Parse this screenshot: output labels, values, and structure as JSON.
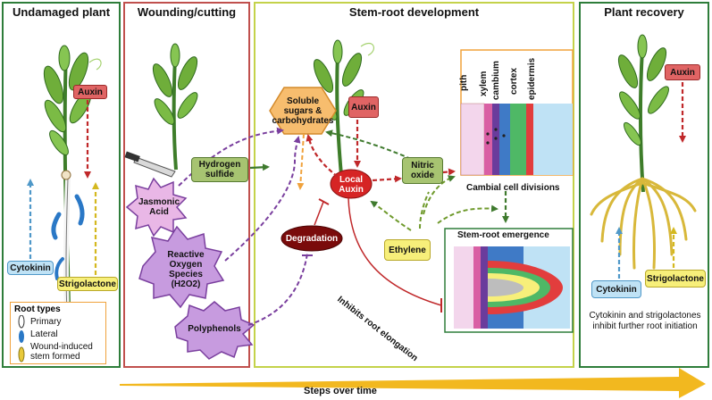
{
  "panels": {
    "undamaged": {
      "title": "Undamaged plant",
      "border": "#2e7d3a"
    },
    "wounding": {
      "title": "Wounding/cutting",
      "border": "#c0504d"
    },
    "development": {
      "title": "Stem-root development",
      "border": "#c4d24a"
    },
    "recovery": {
      "title": "Plant recovery",
      "border": "#2e7d3a"
    }
  },
  "labels": {
    "auxin": "Auxin",
    "cytokinin": "Cytokinin",
    "strigolactone": "Strigolactone",
    "hydrogen_sulfide": "Hydrogen sulfide",
    "jasmonic_acid": "Jasmonic Acid",
    "ros": "Reactive Oxygen Species (H2O2)",
    "polyphenols": "Polyphenols",
    "soluble_sugars": "Soluble sugars & carbohydrates",
    "local_auxin": "Local Auxin",
    "nitric_oxide": "Nitric oxide",
    "degradation": "Degradation",
    "ethylene": "Ethylene",
    "cambial_divisions": "Cambial cell divisions",
    "stem_root_emergence": "Stem-root emergence",
    "inhibits_elongation": "Inhibits root elongation",
    "recovery_note": "Cytokinin and strigolactones inhibit further root initiation",
    "steps_over_time": "Steps over time"
  },
  "tissue_labels": [
    "pith",
    "xylem",
    "cambium",
    "cortex",
    "epidermis"
  ],
  "root_types": {
    "title": "Root types",
    "items": [
      {
        "label": "Primary",
        "color": "#ffffff"
      },
      {
        "label": "Lateral",
        "color": "#2a78c6"
      },
      {
        "label": "Wound-induced stem formed",
        "color": "#e8c93a"
      }
    ]
  },
  "colors": {
    "auxin_arrow": "#c0282a",
    "cytokinin_arrow": "#4f98c8",
    "strigolactone_arrow": "#d4b81f",
    "purple_arrow": "#7a3f9e",
    "green_arrow": "#3f7a2e",
    "orange_arrow": "#f0a23c",
    "time_arrow": "#f2b81f"
  }
}
